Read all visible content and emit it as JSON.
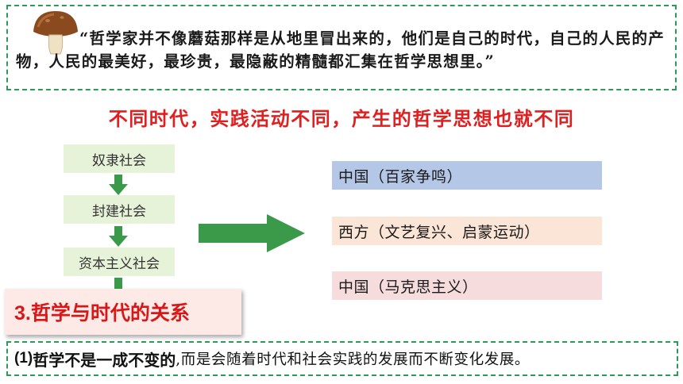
{
  "quote": {
    "text": "“哲学家并不像蘑菇那样是从地里冒出来的，他们是自己的时代，自己的人民的产物，人民的最美好，最珍贵，最隐蔽的精髓都汇集在哲学思想里。”",
    "icon": "mushroom-icon"
  },
  "headline": "不同时代，实践活动不同，产生的哲学思想也就不同",
  "societies": [
    "奴隶社会",
    "封建社会",
    "资本主义社会"
  ],
  "eras": [
    {
      "label": "中国（百家争鸣）",
      "color": "#b4c7e7"
    },
    {
      "label": "西方（文艺复兴、启蒙运动）",
      "color": "#fbe5d6"
    },
    {
      "label": "中国（马克思主义）",
      "color": "#f6dcdc"
    }
  ],
  "section_title": "3.哲学与时代的关系",
  "point": {
    "number": "(1)",
    "bold": "哲学不是一成不变的",
    "rest": ",而是会随着时代和社会实践的发展而不断变化发展。"
  },
  "colors": {
    "accent_red": "#e02020",
    "arrow_green": "#3a9a4a",
    "society_bg": "#e6f3d8",
    "border_green": "#2e9a5a"
  }
}
